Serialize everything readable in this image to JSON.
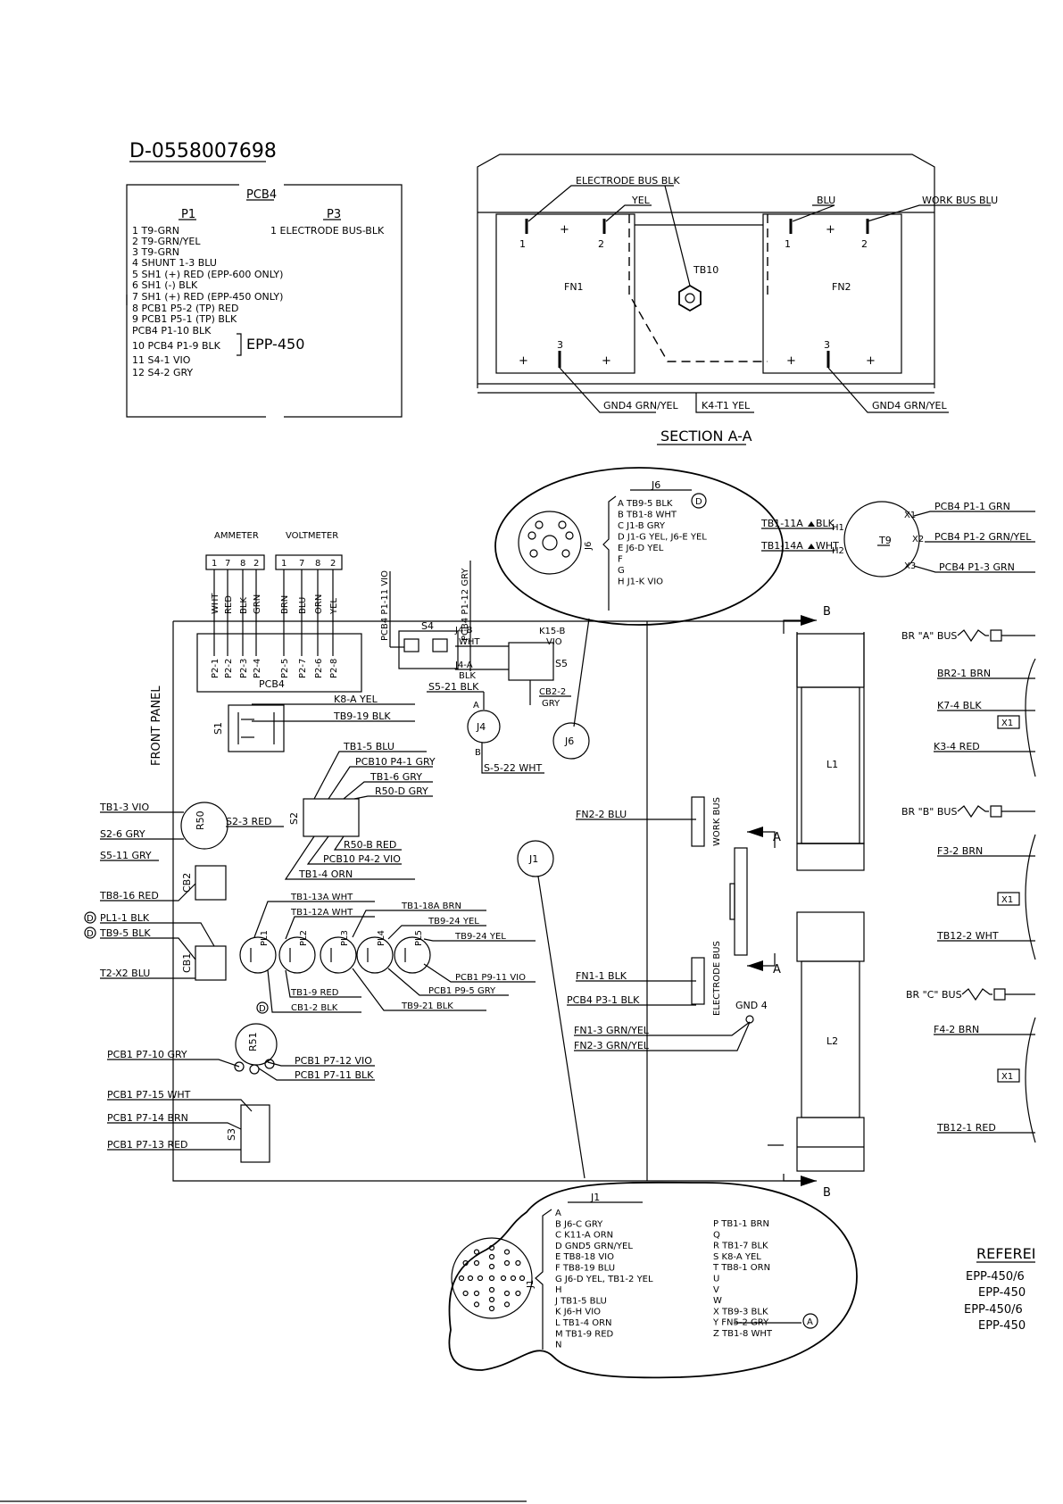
{
  "drawing_number": "D-0558007698",
  "pcb4_box": {
    "title": "PCB4",
    "p1_header": "P1",
    "p3_header": "P3",
    "p1_rows": [
      "1   T9-GRN",
      "2   T9-GRN/YEL",
      "3   T9-GRN",
      "4   SHUNT 1-3 BLU",
      "5   SH1 (+) RED   (EPP-600 ONLY)",
      "6   SH1 (-) BLK",
      "7   SH1 (+) RED   (EPP-450 ONLY)",
      "8   PCB1 P5-2 (TP) RED",
      "9   PCB1 P5-1 (TP) BLK",
      "     PCB4 P1-10 BLK",
      "10  PCB4 P1-9  BLK",
      "11  S4-1 VIO",
      "12  S4-2 GRY"
    ],
    "p3_rows": [
      "1   ELECTRODE BUS-BLK"
    ],
    "epp_note": "EPP-450"
  },
  "section_aa": {
    "title": "SECTION A-A",
    "electrode_bus": "ELECTRODE BUS BLK",
    "yel": "YEL",
    "blu": "BLU",
    "work_bus": "WORK BUS BLU",
    "fn1": "FN1",
    "fn2": "FN2",
    "tb10": "TB10",
    "gnd4_left": "GND4 GRN/YEL",
    "k4": "K4-T1 YEL",
    "gnd4_right": "GND4 GRN/YEL",
    "pin1": "1",
    "pin2": "2",
    "pin3": "3",
    "plus": "+"
  },
  "j6_callout": {
    "title": "J6",
    "connector": "J6",
    "rows": [
      "A  TB9-5 BLK",
      "B  TB1-8 WHT",
      "C  J1-B GRY",
      "D  J1-G YEL, J6-E YEL",
      "E  J6-D YEL",
      "F",
      "G",
      "H  J1-K VIO"
    ],
    "d_mark": "D"
  },
  "t9": {
    "label": "T9",
    "left_top": "TB1-11A",
    "left_top_col": "BLK",
    "left_bottom": "TB1-14A",
    "left_bottom_col": "WHT",
    "h1": "H1",
    "h2": "H2",
    "x1": "X1",
    "x2": "X2",
    "x3": "X3",
    "r1": "PCB4 P1-1 GRN",
    "r2": "PCB4 P1-2 GRN/YEL",
    "r3": "PCB4 P1-3 GRN"
  },
  "meters": {
    "ammeter": "AMMETER",
    "voltmeter": "VOLTMETER",
    "amm_pins": [
      "1",
      "7",
      "8",
      "2"
    ],
    "volt_pins": [
      "1",
      "7",
      "8",
      "2"
    ],
    "amm_wires": [
      "WHT",
      "RED",
      "BLK",
      "GRN"
    ],
    "volt_wires": [
      "BRN",
      "BLU",
      "ORN",
      "YEL"
    ],
    "p2_pins": [
      "P2-1",
      "P2-2",
      "P2-3",
      "P2-4",
      "P2-5",
      "P2-7",
      "P2-6",
      "P2-8"
    ],
    "pcb4": "PCB4"
  },
  "front_panel": "FRONT PANEL",
  "s4": {
    "label": "S4",
    "left_wire": "PCB4 P1-11 VIO",
    "right_wire": "PCB4 P1-12 GRY"
  },
  "s5": {
    "label": "S5",
    "j4b": "J4-B",
    "j4b_col": "WHT",
    "j4a": "J4-A",
    "j4a_col": "BLK",
    "k15b": "K15-B",
    "k15b_col": "VIO",
    "cb22": "CB2-2",
    "cb22_col": "GRY"
  },
  "s1": {
    "label": "S1",
    "k8a": "K8-A   YEL",
    "tb919": "TB9-19  BLK"
  },
  "j4": {
    "label": "J4",
    "s521": "S5-21 BLK",
    "s522": "S-5-22 WHT",
    "a": "A",
    "b": "B"
  },
  "j6_circle": "J6",
  "s2": {
    "label": "S2",
    "w1": "TB1-5  BLU",
    "w2": "PCB10 P4-1 GRY",
    "w3": "TB1-6  GRY",
    "w4": "R50-D  GRY",
    "w5": "R50-B  RED",
    "w6": "PCB10 P4-2 VIO",
    "w7": "TB1-4  ORN"
  },
  "r50": {
    "label": "R50",
    "tb13": "TB1-3  VIO",
    "s26": "S2-6  GRY",
    "s23": "S2-3  RED",
    "s511": "S5-11 GRY"
  },
  "cb2": {
    "label": "CB2",
    "wire": "TB8-16 RED"
  },
  "cb1": {
    "label": "CB1",
    "pl11": "PL1-1 BLK",
    "tb95": "TB9-5 BLK",
    "t2x2": "T2-X2  BLU"
  },
  "pl": {
    "labels": [
      "PL1",
      "PL2",
      "PL3",
      "PL4",
      "PL5"
    ],
    "tb113a": "TB1-13A  WHT",
    "tb112a": "TB1-12A  WHT",
    "tb118a": "TB1-18A  BRN",
    "tb924a": "TB9-24 YEL",
    "tb924b": "TB9-24 YEL",
    "pcb1p911": "PCB1 P9-11 VIO",
    "pcb1p95": "PCB1 P9-5 GRY",
    "tb921": "TB9-21 BLK",
    "tb19": "TB1-9   RED",
    "cb12": "CB1-2   BLK"
  },
  "r51": {
    "label": "R51",
    "p710": "PCB1 P7-10 GRY",
    "p712": "PCB1 P7-12 VIO",
    "p711": "PCB1 P7-11 BLK"
  },
  "s3": {
    "label": "S3",
    "p715": "PCB1 P7-15 WHT",
    "p714": "PCB1 P7-14 BRN",
    "p713": "PCB1 P7-13 RED"
  },
  "j1_circle": "J1",
  "buses": {
    "work_bus": "WORK BUS",
    "electrode_bus": "ELECTRODE BUS",
    "fn22": "FN2-2  BLU",
    "fn11": "FN1-1  BLK",
    "pcb4p31": "PCB4 P3-1 BLK",
    "fn13": "FN1-3  GRN/YEL",
    "fn23": "FN2-3  GRN/YEL",
    "gnd4": "GND 4",
    "a": "A",
    "b": "B",
    "l1": "L1",
    "l2": "L2"
  },
  "right_side": {
    "br_a": "BR \"A\" BUS",
    "br_b": "BR \"B\" BUS",
    "br_c": "BR \"C\" BUS",
    "br21": "BR2-1 BRN",
    "k74": "K7-4 BLK",
    "k34": "K3-4 RED",
    "f32": "F3-2 BRN",
    "tb122": "TB12-2 WHT",
    "f42": "F4-2 BRN",
    "tb121": "TB12-1 RED",
    "x1": "X1"
  },
  "j1_callout": {
    "title": "J1",
    "connector": "J1",
    "left_rows": [
      "A",
      "B  J6-C    GRY",
      "C  K11-A   ORN",
      "D  GND5  GRN/YEL",
      "E  TB8-18  VIO",
      "F  TB8-19  BLU",
      "G  J6-D  YEL, TB1-2 YEL",
      "H",
      "J  TB1-5    BLU",
      "K  J6-H     VIO",
      "L  TB1-4    ORN",
      "M  TB1-9    RED",
      "N"
    ],
    "right_rows": [
      "P  TB1-1  BRN",
      "Q",
      "R  TB1-7  BLK",
      "S  K8-A   YEL",
      "T  TB8-1   ORN",
      "U",
      "V",
      "W",
      "X  TB9-3 BLK",
      "Y  FN5-2 GRY",
      "Z  TB1-8  WHT"
    ],
    "a_mark": "A"
  },
  "reference": {
    "title": "REFEREI",
    "lines": [
      "EPP-450/6",
      "EPP-450",
      "EPP-450/6",
      "EPP-450"
    ]
  }
}
